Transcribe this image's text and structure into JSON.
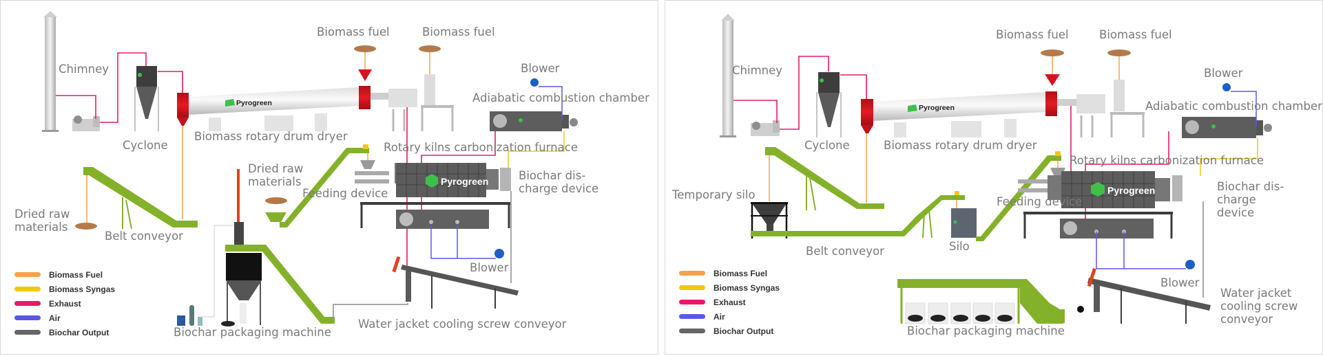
{
  "legend": {
    "items": [
      {
        "label": "Biomass Fuel",
        "color": "#f7a24b"
      },
      {
        "label": "Biomass Syngas",
        "color": "#f2c80f"
      },
      {
        "label": "Exhaust",
        "color": "#e8186d"
      },
      {
        "label": "Air",
        "color": "#5b57e6"
      },
      {
        "label": "Biochar Output",
        "color": "#666666"
      }
    ]
  },
  "brand": {
    "name": "Pyrogreen",
    "color": "#3ec04a"
  },
  "equipment_colors": {
    "conveyor": "#84b12a",
    "dryer_inlet": "#d9121f",
    "body_dark": "#5d5d5d",
    "blower": "#1f5fc4"
  },
  "panel_a": {
    "labels": {
      "chimney": "Chimney",
      "cyclone": "Cyclone",
      "dryer": "Biomass rotary drum dryer",
      "biomass_fuel_1": "Biomass fuel",
      "biomass_fuel_2": "Biomass fuel",
      "blower_top": "Blower",
      "combustion_chamber": "Adiabatic combustion chamber",
      "furnace": "Rotary kilns carbonization furnace",
      "dried_raw_left": "Dried raw materials",
      "dried_raw_mid": "Dried raw materials",
      "belt_conveyor": "Belt conveyor",
      "feeding_device": "Feeding device",
      "discharge": "Biochar dis- charge device",
      "blower_bottom": "Blower",
      "packaging": "Biochar packaging machine",
      "cooling_conveyor": "Water jacket cooling screw conveyor"
    }
  },
  "panel_b": {
    "labels": {
      "chimney": "Chimney",
      "cyclone": "Cyclone",
      "dryer": "Biomass rotary drum dryer",
      "biomass_fuel_1": "Biomass fuel",
      "biomass_fuel_2": "Biomass fuel",
      "blower_top": "Blower",
      "combustion_chamber": "Adiabatic combustion chamber",
      "furnace": "Rotary kilns carbonization furnace",
      "temporary_silo": "Temporary silo",
      "belt_conveyor": "Belt conveyor",
      "silo": "Silo",
      "feeding_device": "Feeding device",
      "discharge": "Biochar dis- charge device",
      "blower_bottom": "Blower",
      "packaging": "Biochar packaging machine",
      "cooling_conveyor": "Water jacket cooling screw conveyor"
    }
  }
}
